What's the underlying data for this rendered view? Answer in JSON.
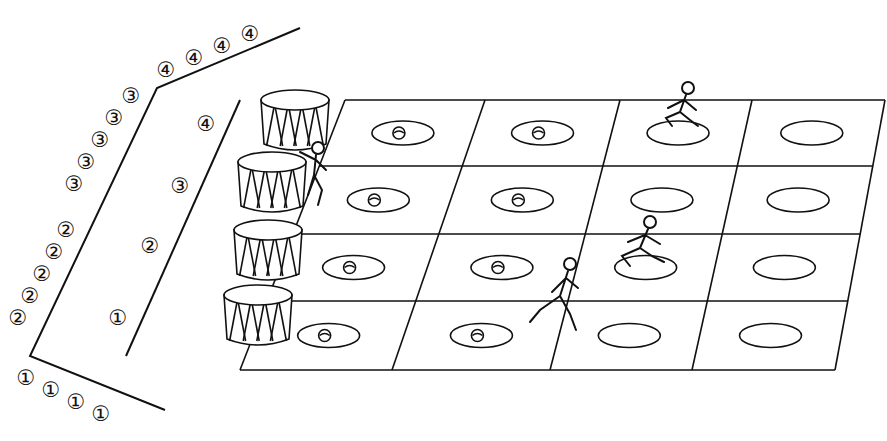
{
  "diagram": {
    "labels": [
      "④",
      "④",
      "④",
      "④",
      "③",
      "③",
      "③",
      "③",
      "③",
      "②",
      "②",
      "②",
      "②",
      "②",
      "①",
      "①",
      "①",
      "①",
      "④",
      "③",
      "②",
      "①"
    ]
  }
}
